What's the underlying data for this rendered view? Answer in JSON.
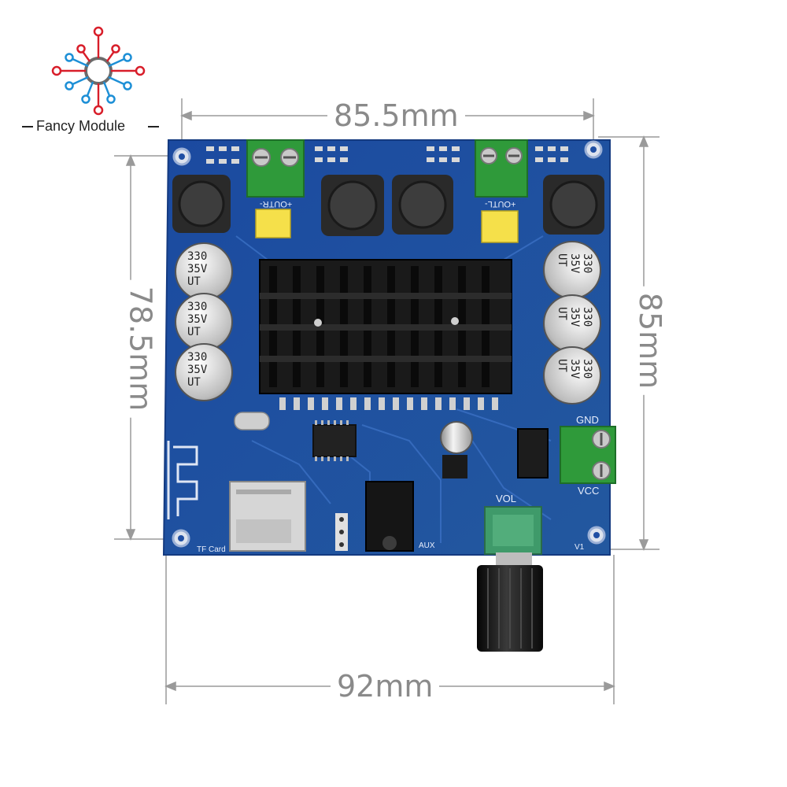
{
  "brand": {
    "name": "Fancy Module",
    "colors": {
      "red": "#d81e2a",
      "blue": "#1d8fd6",
      "gray": "#6b6b6b"
    }
  },
  "dimensions": {
    "top_width": "85.5mm",
    "bottom_width": "92mm",
    "left_height": "78.5mm",
    "right_height": "85mm"
  },
  "board": {
    "pcb_color": "#1f4ea3",
    "capacitors": {
      "value": "330",
      "voltage": "35V",
      "series": "UT"
    },
    "labels": {
      "gnd": "GND",
      "vcc": "VCC",
      "vol": "VOL",
      "aux": "AUX",
      "tf_card": "TF Card",
      "v1": "V1",
      "outr": "+OUTR-",
      "outl": "+OUTL-"
    }
  }
}
